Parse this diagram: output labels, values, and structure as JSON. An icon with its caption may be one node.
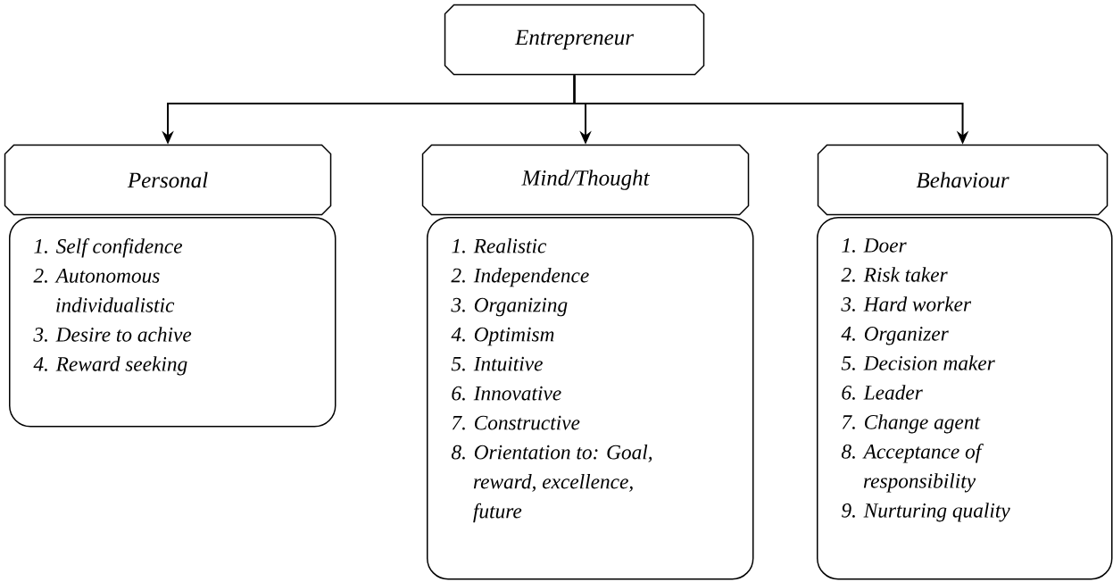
{
  "diagram": {
    "nodes": [
      {
        "text": [
          "Entrepreneur"
        ]
      },
      {
        "text": [
          "Personal"
        ]
      },
      {
        "text": [
          "1. Self confidence",
          "2. Autonomous individualistic",
          "3. Desire to achive",
          "4. Reward seeking"
        ]
      },
      {
        "text": [
          "Mind/Thought"
        ]
      },
      {
        "text": [
          "1. Realistic",
          "2. Independence",
          "3. Organizing",
          "4. Optimism",
          "5. Intuitive",
          "6. Innovative",
          "7. Constructive",
          "8. Orientation to: Goal, reward, excellence, future"
        ]
      },
      {
        "text": [
          "Behaviour"
        ]
      },
      {
        "text": [
          "1. Doer",
          "2. Risk taker",
          "3. Hard worker",
          "4. Organizer",
          "5. Decision maker",
          "6. Leader",
          "7. Change agent",
          "8. Acceptance of responsibility",
          "9. Nurturing quality"
        ]
      }
    ],
    "edges": [
      {
        "from": 0,
        "to": 1,
        "arrow": "to"
      },
      {
        "from": 0,
        "to": 3,
        "arrow": "to"
      },
      {
        "from": 0,
        "to": 5,
        "arrow": "to"
      }
    ]
  }
}
